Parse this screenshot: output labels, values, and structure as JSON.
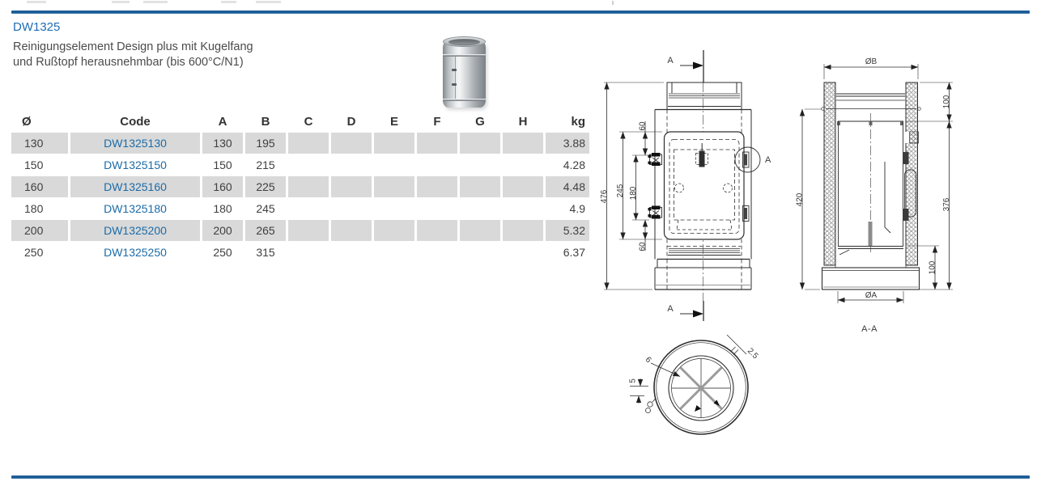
{
  "page": {
    "title": "DW1325",
    "description_line1": "Reinigungselement Design plus mit Kugelfang",
    "description_line2": "und Rußtopf herausnehmbar (bis 600°C/N1)",
    "accent_color": "#1c5d97",
    "link_color": "#1c6ca9",
    "row_shade_color": "#d9d9d9"
  },
  "table": {
    "headers": [
      "Ø",
      "Code",
      "A",
      "B",
      "C",
      "D",
      "E",
      "F",
      "G",
      "H",
      "kg"
    ],
    "rows": [
      [
        "130",
        "DW1325130",
        "130",
        "195",
        "",
        "",
        "",
        "",
        "",
        "",
        "3.88"
      ],
      [
        "150",
        "DW1325150",
        "150",
        "215",
        "",
        "",
        "",
        "",
        "",
        "",
        "4.28"
      ],
      [
        "160",
        "DW1325160",
        "160",
        "225",
        "",
        "",
        "",
        "",
        "",
        "",
        "4.48"
      ],
      [
        "180",
        "DW1325180",
        "180",
        "245",
        "",
        "",
        "",
        "",
        "",
        "",
        "4.9"
      ],
      [
        "200",
        "DW1325200",
        "200",
        "265",
        "",
        "",
        "",
        "",
        "",
        "",
        "5.32"
      ],
      [
        "250",
        "DW1325250",
        "250",
        "315",
        "",
        "",
        "",
        "",
        "",
        "",
        "6.37"
      ]
    ]
  },
  "drawings": {
    "front": {
      "section_top": "A",
      "section_bottom": "A",
      "detail": "A",
      "dim_total": "476",
      "dim_door": "245",
      "dim_hinges": "180",
      "dim_top_offset": "60",
      "dim_bottom_offset": "60"
    },
    "section": {
      "label": "A-A",
      "dim_outer": "ØB",
      "dim_inner": "ØA",
      "dim_len": "420",
      "dim_lower": "376",
      "dim_top": "100",
      "dim_bottom": "100"
    },
    "bottom": {
      "dim_thickness": "2.5",
      "dim_spoke": "6",
      "dim_latch": "5"
    }
  }
}
